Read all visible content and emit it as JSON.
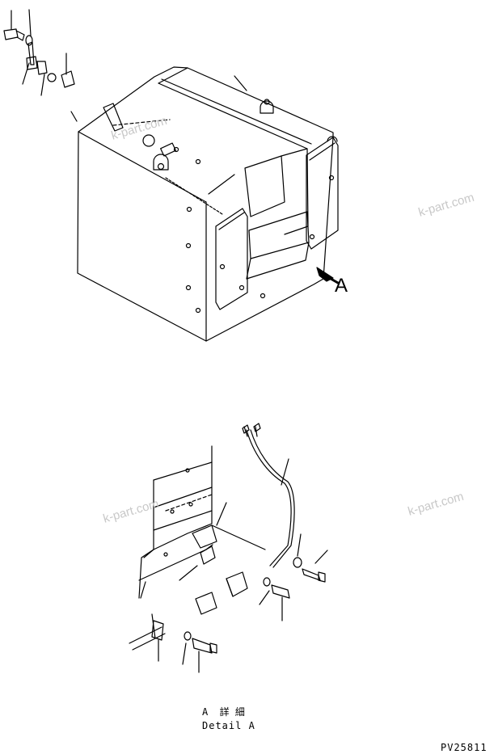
{
  "view_label": "A",
  "detail_caption": {
    "japanese": "A  詳 細",
    "english": "Detail A"
  },
  "drawing_code": "PV25811",
  "watermark": "k-part.com",
  "colors": {
    "line": "#000000",
    "watermark": "#c8c8c8",
    "background": "#ffffff"
  }
}
